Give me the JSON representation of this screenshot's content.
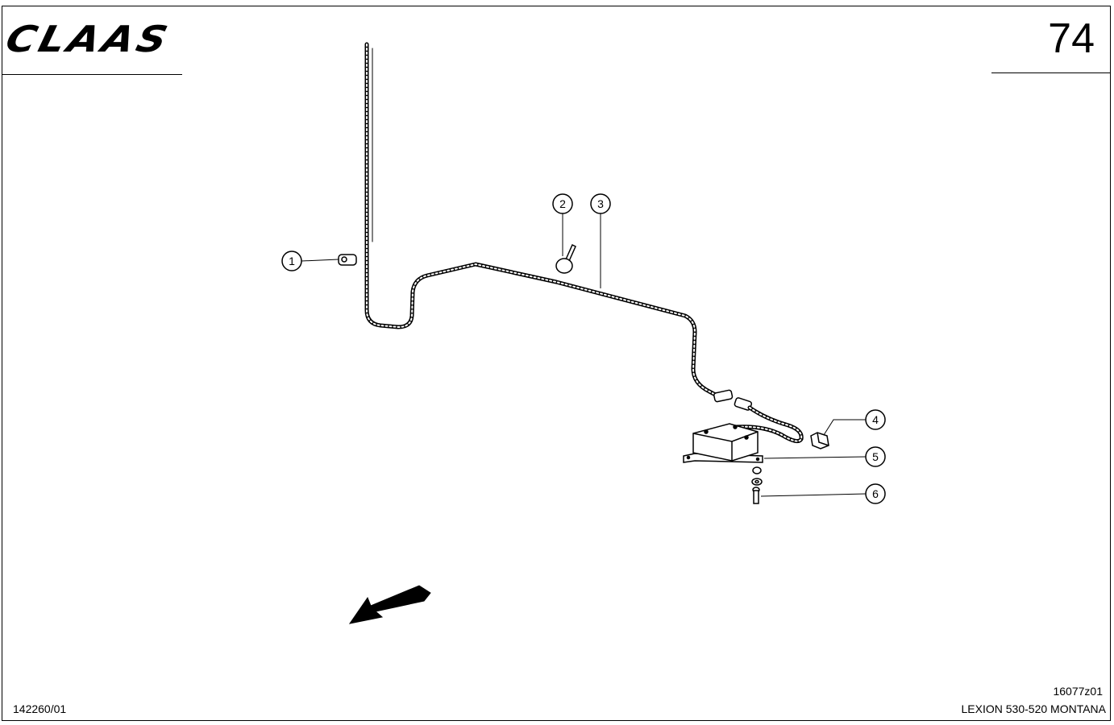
{
  "header": {
    "brand": "CLAAS",
    "page_number": "74"
  },
  "footer": {
    "document_number": "142260/01",
    "drawing_code": "16077z01",
    "model": "LEXION 530-520 MONTANA"
  },
  "callouts": [
    {
      "label": "1"
    },
    {
      "label": "2"
    },
    {
      "label": "3"
    },
    {
      "label": "4"
    },
    {
      "label": "5"
    },
    {
      "label": "6"
    }
  ]
}
